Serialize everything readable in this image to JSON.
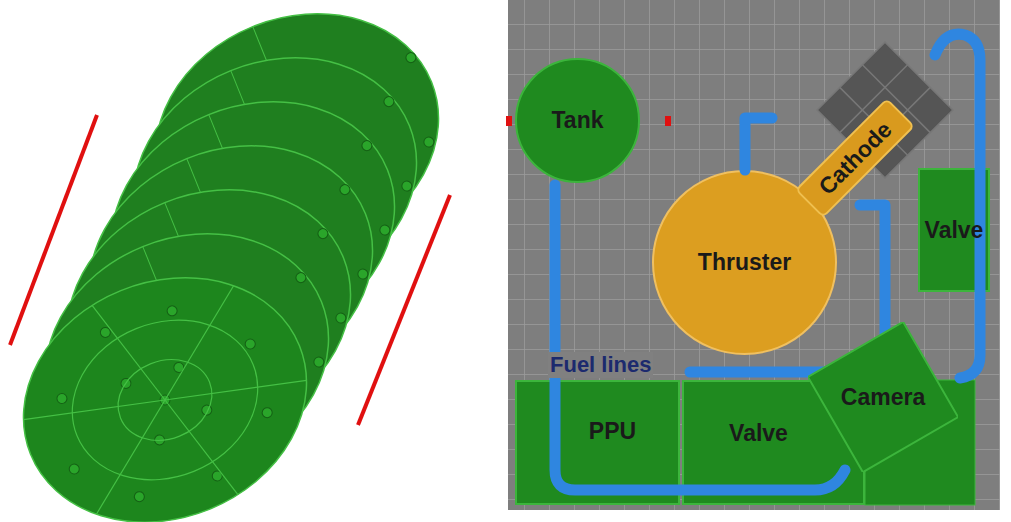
{
  "diagram": {
    "nodes": [
      {
        "text": [
          "Tank"
        ]
      },
      {
        "text": [
          "Cathode"
        ]
      },
      {
        "text": [
          "Valve"
        ]
      },
      {
        "text": [
          "Thruster"
        ]
      },
      {
        "text": [
          "Camera"
        ]
      },
      {
        "text": [
          "PPU"
        ]
      },
      {
        "text": [
          "Valve"
        ]
      }
    ],
    "labels": [
      "Fuel lines"
    ]
  }
}
